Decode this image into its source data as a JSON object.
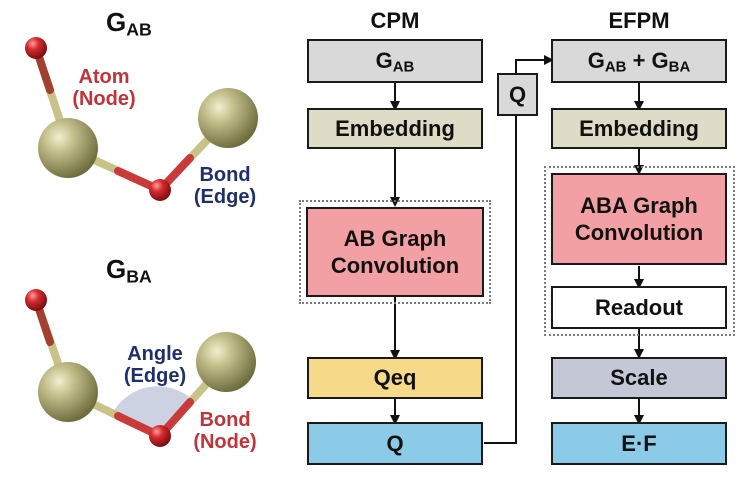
{
  "left_panel": {
    "gab_title": {
      "main": "G",
      "sub": "AB"
    },
    "gba_title": {
      "main": "G",
      "sub": "BA"
    },
    "gab_labels": {
      "atom": [
        "Atom",
        "(Node)"
      ],
      "bond": [
        "Bond",
        "(Edge)"
      ]
    },
    "gba_labels": {
      "angle": [
        "Angle",
        "(Edge)"
      ],
      "bond": [
        "Bond",
        "(Node)"
      ]
    }
  },
  "cpm": {
    "title": "CPM",
    "input": {
      "main": "G",
      "sub": "AB"
    },
    "embedding": "Embedding",
    "graph_conv": [
      "AB Graph",
      "Convolution"
    ],
    "qeq": "Qeq",
    "q": "Q"
  },
  "link": {
    "q": "Q"
  },
  "efpm": {
    "title": "EFPM",
    "input": {
      "a_main": "G",
      "a_sub": "AB",
      "plus": " + ",
      "b_main": "G",
      "b_sub": "BA"
    },
    "embedding": "Embedding",
    "graph_conv": [
      "ABA Graph",
      "Convolution"
    ],
    "readout": "Readout",
    "scale": "Scale",
    "output": "E·F"
  },
  "colors": {
    "atom_large": "#b3b07a",
    "atom_small": "#d42a2e",
    "bond_light": "#c9c38a",
    "bond_dark": "#c93a3a",
    "box_gray": "#d9d9d9",
    "box_embed": "#dedbc6",
    "box_conv": "#f2a0a3",
    "box_qeq": "#f7d98a",
    "box_q": "#8ccbe8",
    "box_scale": "#c3c7d6",
    "box_white": "#ffffff",
    "angle_shade": "#c8cde0",
    "label_red": "#c0343a",
    "label_navy": "#1f2f6b"
  }
}
